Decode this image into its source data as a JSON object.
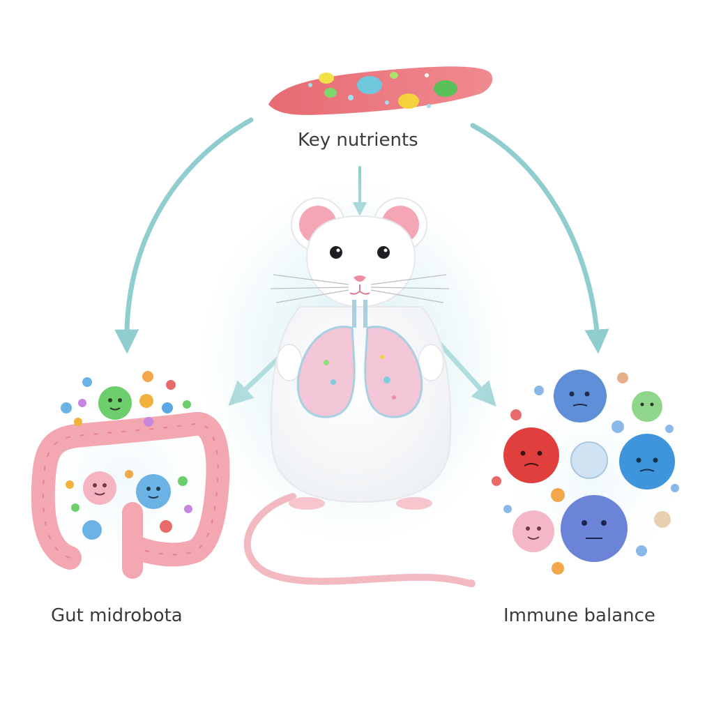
{
  "labels": {
    "nutrients": "Key nutrients",
    "gut": "Gut midrobota",
    "immune": "Immune balance"
  },
  "icons": {
    "nutrients": "nutrient-strip-icon",
    "mouse": "white-mouse-illustration",
    "lungs": "lungs-icon",
    "gut": "intestine-with-microbes-icon",
    "immune": "immune-cells-cluster-icon"
  },
  "colors": {
    "arrow": "#8fcdcf",
    "nutrient_strip": "#e8646a",
    "intestine": "#f3a7b0",
    "mouse_body": "#ffffff",
    "ear_inner": "#f4a6b4",
    "lung_fill": "#f2c6d6",
    "text": "#3a3a3a"
  }
}
